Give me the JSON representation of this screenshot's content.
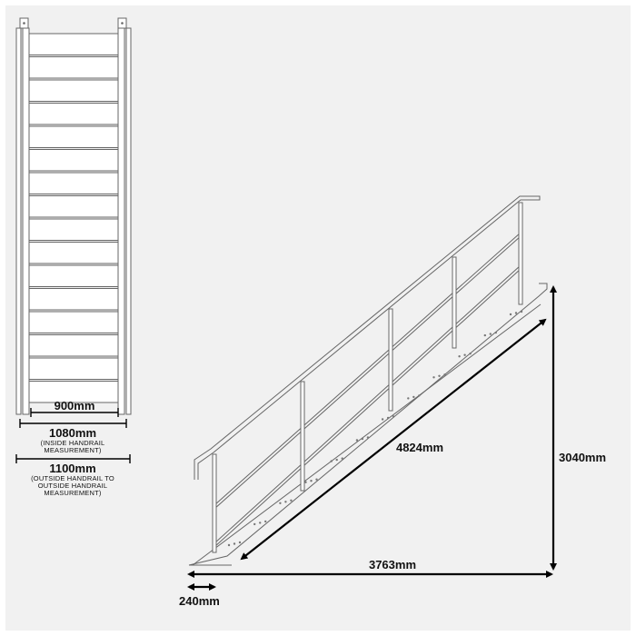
{
  "plan_view": {
    "tread_count": 16,
    "width_clear": {
      "value": "900mm"
    },
    "width_inside": {
      "value": "1080mm",
      "note_lines": [
        "(INSIDE HANDRAIL",
        "MEASUREMENT)"
      ]
    },
    "width_outside": {
      "value": "1100mm",
      "note_lines": [
        "(OUTSIDE HANDRAIL TO",
        "OUTSIDE HANDRAIL",
        "MEASUREMENT)"
      ]
    }
  },
  "side_view": {
    "diagonal_length": "4824mm",
    "total_rise": "3040mm",
    "total_going": "3763mm",
    "bottom_offset": "240mm"
  },
  "colors": {
    "line": "#666666",
    "dim_line": "#000000",
    "panel_bg": "#f1f1f1"
  }
}
